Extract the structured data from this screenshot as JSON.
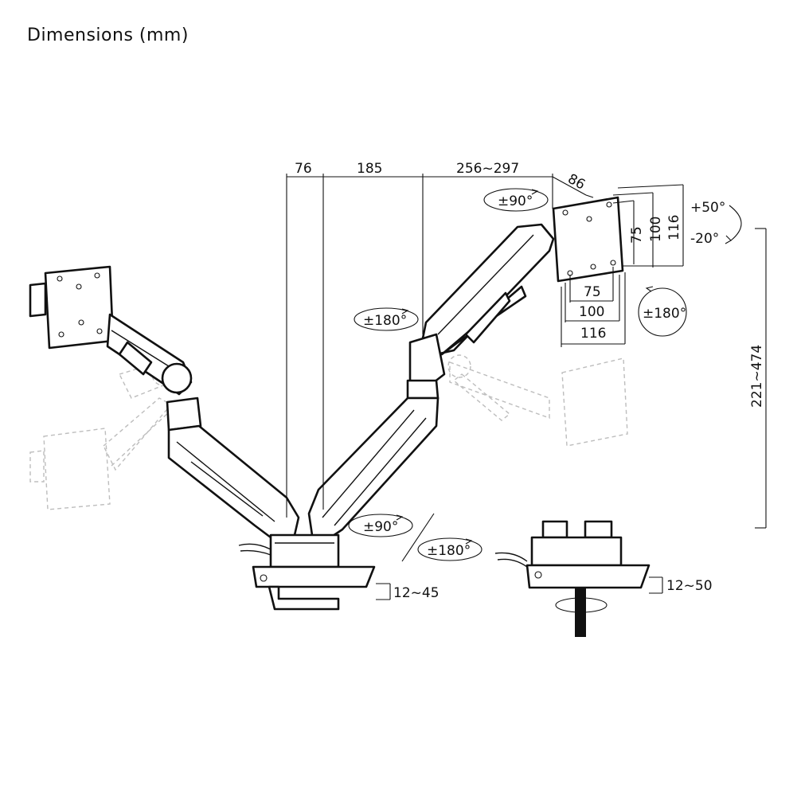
{
  "title": "Dimensions (mm)",
  "dimensions": {
    "top_76": "76",
    "top_185": "185",
    "top_256_297": "256~297",
    "depth_86": "86",
    "vesa_75_v": "75",
    "vesa_100_v": "100",
    "vesa_116_v": "116",
    "vesa_75_h": "75",
    "vesa_100_h": "100",
    "vesa_116_h": "116",
    "height": "221~474",
    "clamp_range": "12~45",
    "grommet_range": "12~50"
  },
  "rotations": {
    "tilt_up": "+50°",
    "tilt_down": "-20°",
    "swivel_top": "±90°",
    "arm_rotate": "±180°",
    "rotate_panel": "±180°",
    "base_swivel": "±90°",
    "base_rotate": "±180°"
  }
}
